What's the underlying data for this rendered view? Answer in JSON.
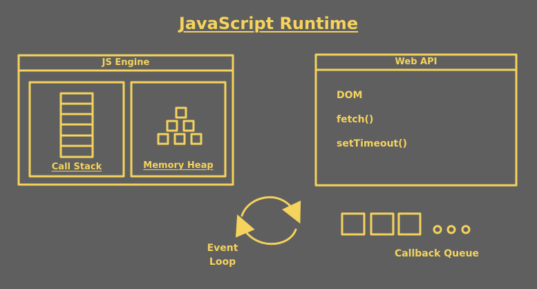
{
  "title": "JavaScript Runtime",
  "engine": {
    "title": "JS Engine",
    "call_stack_label": "Call Stack",
    "memory_heap_label": "Memory Heap"
  },
  "web_api": {
    "title": "Web API",
    "items": [
      "DOM",
      "fetch()",
      "setTimeout()"
    ]
  },
  "event_loop": {
    "line1": "Event",
    "line2": "Loop"
  },
  "callback_queue": {
    "label": "Callback Queue"
  },
  "colors": {
    "background": "#5f5f5f",
    "accent": "#f5d35c"
  }
}
